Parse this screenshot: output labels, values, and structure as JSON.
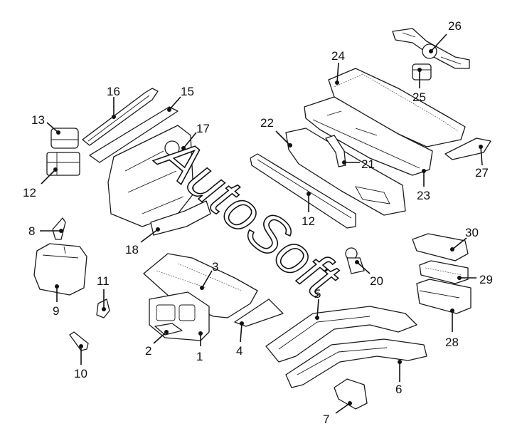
{
  "watermark": "AutoSoft",
  "callouts": [
    "1",
    "2",
    "3",
    "4",
    "5",
    "6",
    "7",
    "8",
    "9",
    "10",
    "11",
    "12",
    "12",
    "13",
    "15",
    "16",
    "17",
    "18",
    "20",
    "21",
    "22",
    "23",
    "24",
    "25",
    "26",
    "27",
    "28",
    "29",
    "30"
  ]
}
